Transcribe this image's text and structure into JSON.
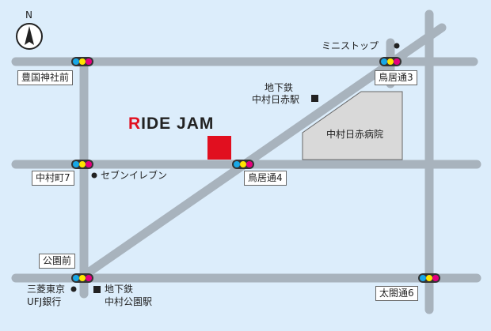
{
  "title": {
    "first": "R",
    "rest": "IDE JAM",
    "accent": "#e10f1f"
  },
  "compass": {
    "label": "N",
    "icon": "north-arrow-icon"
  },
  "colors": {
    "background": "#dcedfb",
    "road": "#a8b3bd",
    "destination": "#e10f1f",
    "hospital": "#d9d9d9",
    "signal": [
      "#18a7e6",
      "#ffe500",
      "#e5007e"
    ]
  },
  "intersections": {
    "toyokuni": "豊国神社前",
    "torii3": "鳥居通3",
    "nakamuracho7": "中村町7",
    "torii4": "鳥居通4",
    "koenmae": "公園前",
    "taiko6": "太閤通6"
  },
  "landmarks": {
    "ministop": "ミニストップ",
    "seven": "セブンイレブン",
    "hospital": "中村日赤病院",
    "subway_nissekiLine1": "地下鉄",
    "subway_nissekiLine2": "中村日赤駅",
    "subway_koenLine1": "地下鉄",
    "subway_koenLine2": "中村公園駅",
    "bankLine1": "三菱東京",
    "bankLine2": "UFJ銀行"
  }
}
